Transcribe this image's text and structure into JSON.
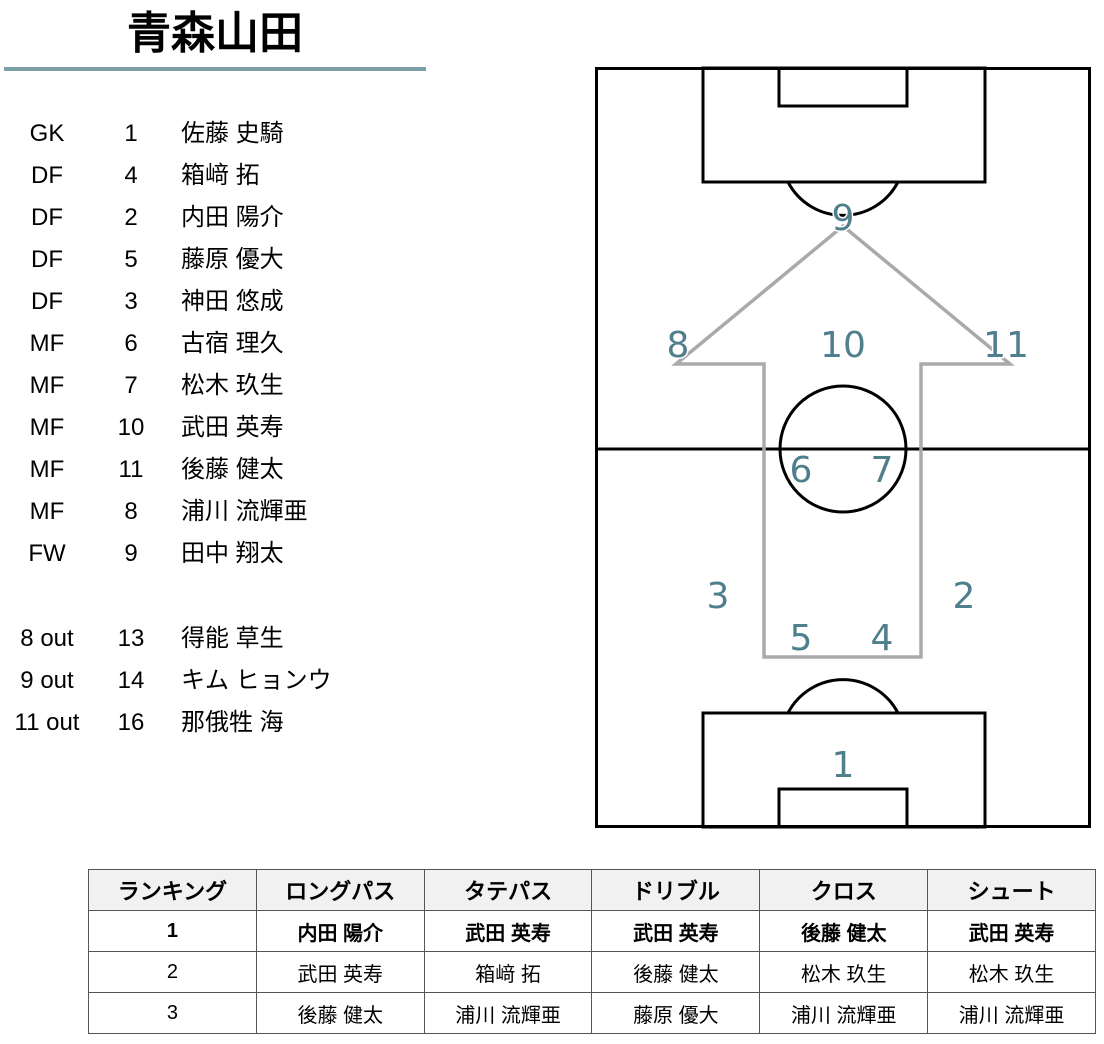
{
  "team": "青森山田",
  "lineup": [
    {
      "pos": "GK",
      "num": "1",
      "name": "佐藤 史騎"
    },
    {
      "pos": "DF",
      "num": "4",
      "name": "箱﨑 拓"
    },
    {
      "pos": "DF",
      "num": "2",
      "name": "内田 陽介"
    },
    {
      "pos": "DF",
      "num": "5",
      "name": "藤原 優大"
    },
    {
      "pos": "DF",
      "num": "3",
      "name": "神田 悠成"
    },
    {
      "pos": "MF",
      "num": "6",
      "name": "古宿 理久"
    },
    {
      "pos": "MF",
      "num": "7",
      "name": "松木 玖生"
    },
    {
      "pos": "MF",
      "num": "10",
      "name": "武田 英寿"
    },
    {
      "pos": "MF",
      "num": "11",
      "name": "後藤 健太"
    },
    {
      "pos": "MF",
      "num": "8",
      "name": "浦川 流輝亜"
    },
    {
      "pos": "FW",
      "num": "9",
      "name": "田中 翔太"
    }
  ],
  "subs": [
    {
      "pos": "8 out",
      "num": "13",
      "name": "得能 草生"
    },
    {
      "pos": "9 out",
      "num": "14",
      "name": "キム ヒョンウ"
    },
    {
      "pos": "11 out",
      "num": "16",
      "name": "那俄牲 海"
    }
  ],
  "formation_numbers": [
    "9",
    "8",
    "10",
    "11",
    "6",
    "7",
    "3",
    "2",
    "5",
    "4",
    "1"
  ],
  "ranking": {
    "headers": [
      "ランキング",
      "ロングパス",
      "タテパス",
      "ドリブル",
      "クロス",
      "シュート"
    ],
    "rows": [
      [
        "1",
        "内田 陽介",
        "武田 英寿",
        "武田 英寿",
        "後藤 健太",
        "武田 英寿"
      ],
      [
        "2",
        "武田 英寿",
        "箱﨑 拓",
        "後藤 健太",
        "松木 玖生",
        "松木 玖生"
      ],
      [
        "3",
        "後藤 健太",
        "浦川 流輝亜",
        "藤原 優大",
        "浦川 流輝亜",
        "浦川 流輝亜"
      ]
    ]
  }
}
